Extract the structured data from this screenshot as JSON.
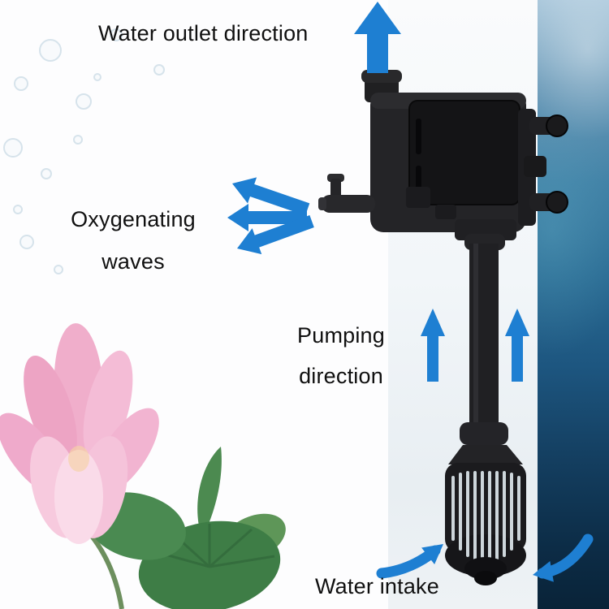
{
  "labels": {
    "water_outlet": "Water outlet direction",
    "oxygenating_line1": "Oxygenating",
    "oxygenating_line2": "waves",
    "pumping_line1": "Pumping",
    "pumping_line2": "direction",
    "water_intake": "Water intake"
  },
  "colors": {
    "arrow_blue": "#1e7fd2",
    "label_text": "#101010",
    "pump_black": "#1f1f22",
    "underwater_top": "#a9c7db",
    "underwater_bottom": "#092338",
    "lotus_pink": "#f2b6d2",
    "leaf_green": "#3f7d47"
  }
}
